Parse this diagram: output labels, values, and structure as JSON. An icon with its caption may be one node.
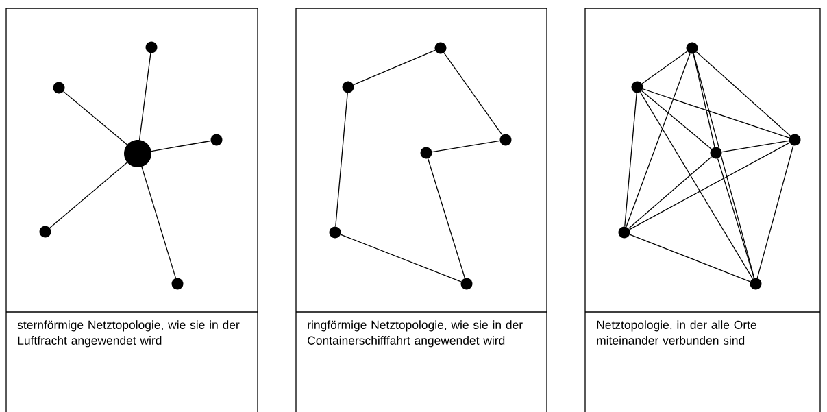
{
  "diagram": {
    "nodes": [
      {
        "text": [],
        "shape": "circle"
      },
      {
        "text": [],
        "shape": "circle"
      },
      {
        "text": [],
        "shape": "circle"
      },
      {
        "text": [],
        "shape": "circle"
      },
      {
        "text": [],
        "shape": "circle"
      },
      {
        "text": [],
        "shape": "circle"
      },
      {
        "text": [
          "sternförmige Netztopologie, wie sie in der Luftfracht angewendet wird"
        ]
      },
      {
        "text": [],
        "shape": "circle"
      },
      {
        "text": [],
        "shape": "circle"
      },
      {
        "text": [],
        "shape": "circle"
      },
      {
        "text": [],
        "shape": "circle"
      },
      {
        "text": [],
        "shape": "circle"
      },
      {
        "text": [],
        "shape": "circle"
      },
      {
        "text": [
          "ringförmige Netztopologie, wie sie in der Containerschifffahrt angewendet wird"
        ]
      },
      {
        "text": [],
        "shape": "circle"
      },
      {
        "text": [],
        "shape": "circle"
      },
      {
        "text": [],
        "shape": "circle"
      },
      {
        "text": [],
        "shape": "circle"
      },
      {
        "text": [],
        "shape": "circle"
      },
      {
        "text": [],
        "shape": "circle"
      },
      {
        "text": [
          "Netztopologie, in der alle Orte miteinander verbunden sind"
        ]
      }
    ],
    "edges": [
      {
        "from": 2,
        "to": 0,
        "arrow": "none"
      },
      {
        "from": 2,
        "to": 1,
        "arrow": "none"
      },
      {
        "from": 2,
        "to": 3,
        "arrow": "none"
      },
      {
        "from": 2,
        "to": 4,
        "arrow": "none"
      },
      {
        "from": 2,
        "to": 5,
        "arrow": "none"
      },
      {
        "from": 8,
        "to": 10,
        "arrow": "none"
      },
      {
        "from": 10,
        "to": 12,
        "arrow": "none"
      },
      {
        "from": 12,
        "to": 9,
        "arrow": "none"
      },
      {
        "from": 9,
        "to": 11,
        "arrow": "none"
      },
      {
        "from": 11,
        "to": 7,
        "arrow": "none"
      },
      {
        "from": 7,
        "to": 8,
        "arrow": "none"
      },
      {
        "from": 14,
        "to": 15,
        "arrow": "none"
      },
      {
        "from": 14,
        "to": 16,
        "arrow": "none"
      },
      {
        "from": 14,
        "to": 17,
        "arrow": "none"
      },
      {
        "from": 14,
        "to": 18,
        "arrow": "none"
      },
      {
        "from": 14,
        "to": 19,
        "arrow": "none"
      },
      {
        "from": 15,
        "to": 16,
        "arrow": "none"
      },
      {
        "from": 15,
        "to": 17,
        "arrow": "none"
      },
      {
        "from": 15,
        "to": 18,
        "arrow": "none"
      },
      {
        "from": 15,
        "to": 19,
        "arrow": "none"
      },
      {
        "from": 16,
        "to": 17,
        "arrow": "none"
      },
      {
        "from": 16,
        "to": 18,
        "arrow": "none"
      },
      {
        "from": 16,
        "to": 19,
        "arrow": "none"
      },
      {
        "from": 17,
        "to": 18,
        "arrow": "none"
      },
      {
        "from": 17,
        "to": 19,
        "arrow": "none"
      },
      {
        "from": 18,
        "to": 19,
        "arrow": "none"
      }
    ]
  }
}
